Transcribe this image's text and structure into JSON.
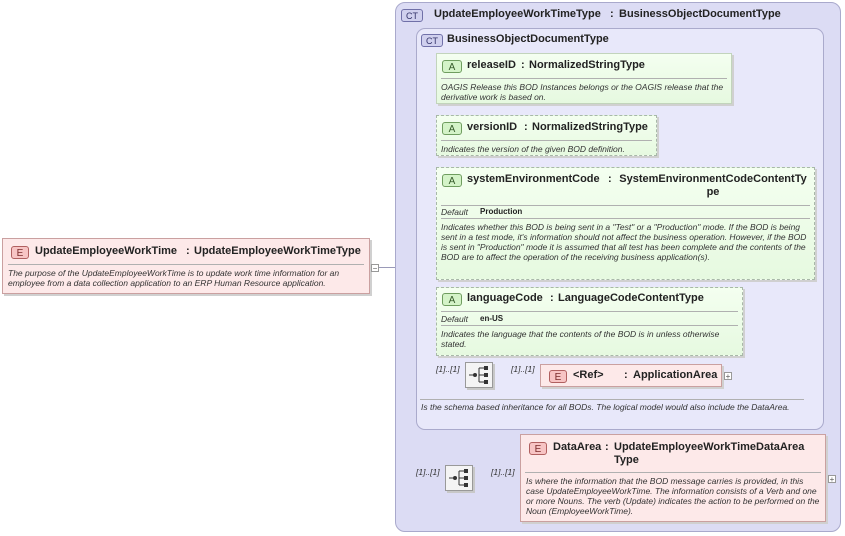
{
  "root": {
    "badge": "E",
    "name": "UpdateEmployeeWorkTime",
    "type": "UpdateEmployeeWorkTimeType",
    "description": "The purpose of the UpdateEmployeeWorkTime is to update work time information for an employee from a data collection application to an ERP Human Resource application."
  },
  "complex_type": {
    "badge": "CT",
    "name": "UpdateEmployeeWorkTimeType",
    "base": "BusinessObjectDocumentType"
  },
  "base_type": {
    "badge": "CT",
    "name": "BusinessObjectDocumentType",
    "description": "Is the schema based inheritance for all BODs. The logical model would also include the DataArea."
  },
  "attributes": [
    {
      "badge": "A",
      "name": "releaseID",
      "type": "NormalizedStringType",
      "description": "OAGIS Release this BOD Instances belongs or the OAGIS release that the derivative work is based on."
    },
    {
      "badge": "A",
      "name": "versionID",
      "type": "NormalizedStringType",
      "description": "Indicates the version of the given BOD definition."
    },
    {
      "badge": "A",
      "name": "systemEnvironmentCode",
      "type": "SystemEnvironmentCodeContentTy pe",
      "default_label": "Default",
      "default_value": "Production",
      "description": "Indicates whether this BOD is being sent in a \"Test\" or a \"Production\" mode. If the BOD is being sent in a test mode, it's information should not affect the business operation. However, if the BOD is sent in \"Production\" mode it is assumed that all test has been complete and the contents of the BOD are to affect the operation of the receiving business application(s)."
    },
    {
      "badge": "A",
      "name": "languageCode",
      "type": "LanguageCodeContentType",
      "default_label": "Default",
      "default_value": "en-US",
      "description": "Indicates the language that the contents of the BOD is in unless otherwise stated."
    }
  ],
  "application_area": {
    "badge": "E",
    "name": "<Ref>",
    "type": "ApplicationArea",
    "card_seq": "[1]..[1]",
    "card_elem": "[1]..[1]"
  },
  "data_area": {
    "badge": "E",
    "name": "DataArea",
    "type": "UpdateEmployeeWorkTimeDataArea Type",
    "card_seq": "[1]..[1]",
    "card_elem": "[1]..[1]",
    "description": "Is where the information that the BOD message carries is provided, in this case UpdateEmployeeWorkTime. The information consists of a Verb and one or more Nouns. The verb (Update) indicates the action to be performed on the Noun (EmployeeWorkTime)."
  },
  "expand_symbol": "+",
  "collapse_symbol": "−",
  "colon": ":"
}
